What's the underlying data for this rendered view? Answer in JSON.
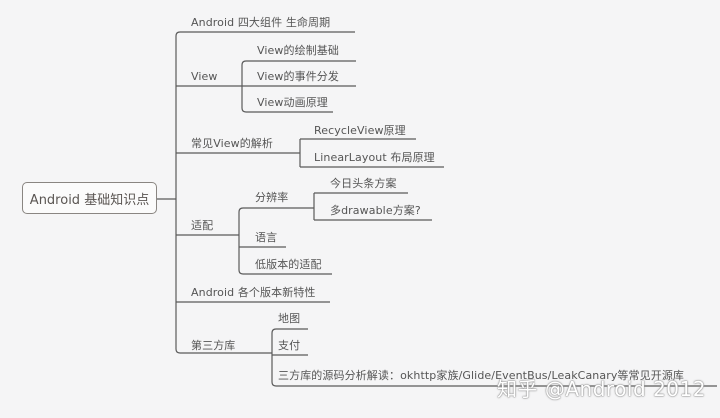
{
  "colors": {
    "background": "#f5f5f6",
    "line": "#5a5a5a",
    "text": "#555555",
    "root_border": "#8a8682"
  },
  "mindmap": {
    "root": {
      "label": "Android 基础知识点"
    },
    "branches": [
      {
        "label": "Android 四大组件 生命周期",
        "children": []
      },
      {
        "label": "View",
        "children": [
          {
            "label": "View的绘制基础"
          },
          {
            "label": "View的事件分发"
          },
          {
            "label": "View动画原理"
          }
        ]
      },
      {
        "label": "常见View的解析",
        "children": [
          {
            "label": "RecycleView原理"
          },
          {
            "label": "LinearLayout 布局原理"
          }
        ]
      },
      {
        "label": "适配",
        "children": [
          {
            "label": "分辨率",
            "children": [
              {
                "label": "今日头条方案"
              },
              {
                "label": "多drawable方案?"
              }
            ]
          },
          {
            "label": "语言"
          },
          {
            "label": "低版本的适配"
          }
        ]
      },
      {
        "label": "Android  各个版本新特性",
        "children": []
      },
      {
        "label": "第三方库",
        "children": [
          {
            "label": "地图"
          },
          {
            "label": "支付"
          },
          {
            "label": "三方库的源码分析解读：okhttp家族/Glide/EventBus/LeakCanary等常见开源库"
          }
        ]
      }
    ]
  },
  "watermark": {
    "text": "知乎 @Android 2012"
  }
}
